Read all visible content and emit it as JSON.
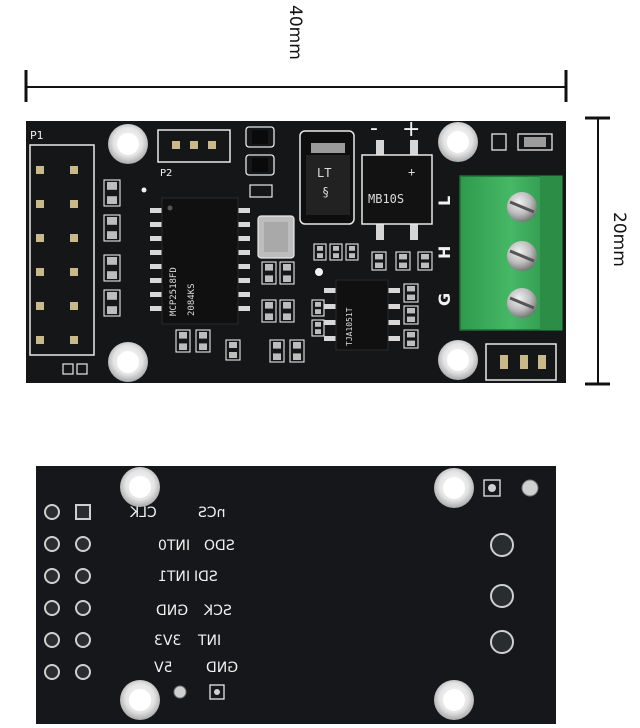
{
  "dimensions": {
    "width": "40mm",
    "height": "20mm"
  },
  "front": {
    "headers": {
      "p1": "P1",
      "p2": "P2"
    },
    "polarity": {
      "minus": "-",
      "plus": "+"
    },
    "terminal": {
      "l": "L",
      "h": "H",
      "g": "G"
    },
    "chip_marks": {
      "lt": "LT",
      "bridge": "MB10S",
      "main_chip": "MCP2518FD",
      "main_chip_sub": "2084KS",
      "transceiver": "TJA1051T"
    }
  },
  "back": {
    "pin_labels": [
      {
        "left": "CLK",
        "right": "nCS"
      },
      {
        "left": "INT0",
        "right": "SDO"
      },
      {
        "left": "INT1",
        "right": "SDI"
      },
      {
        "left": "GND",
        "right": "SCK"
      },
      {
        "left": "3V3",
        "right": "INT"
      },
      {
        "left": "5V",
        "right": "GND"
      }
    ]
  },
  "colors": {
    "pcb": "#141618",
    "terminal_green": "#3cae5a",
    "silkscreen": "#f2f2f2",
    "gold_pad": "#c8b88a"
  }
}
